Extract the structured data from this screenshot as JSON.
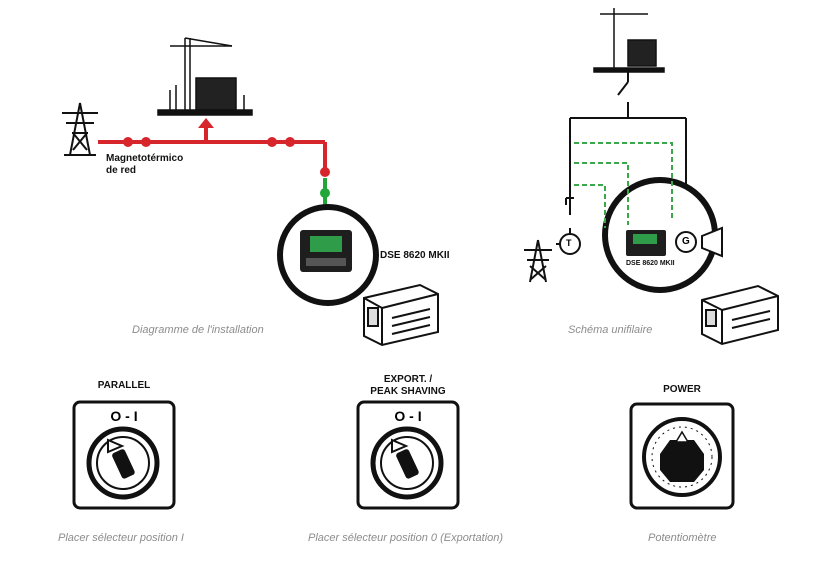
{
  "diagram_left": {
    "breaker_label_line1": "Magnetotérmico",
    "breaker_label_line2": "de red",
    "controller_label": "DSE 8620 MKII",
    "caption": "Diagramme de l'installation"
  },
  "diagram_right": {
    "transformer_symbol": "T",
    "generator_symbol": "G",
    "controller_label": "DSE 8620 MKII",
    "caption": "Schéma unifilaire"
  },
  "switches": [
    {
      "title_line1": "PARALLEL",
      "title_line2": "",
      "scale": "O - I",
      "caption": "Placer sélecteur position I"
    },
    {
      "title_line1": "EXPORT. /",
      "title_line2": "PEAK SHAVING",
      "scale": "O - I",
      "caption": "Placer sélecteur position 0 (Exportation)"
    }
  ],
  "potentiometer": {
    "title": "POWER",
    "caption": "Potentiomètre"
  },
  "colors": {
    "mains_line": "#d6262b",
    "generator_line": "#22a63a",
    "control_line": "#3aa84a",
    "outline": "#111111"
  }
}
